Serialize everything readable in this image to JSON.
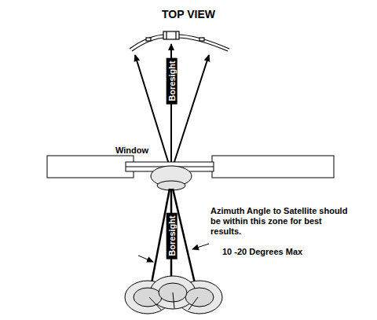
{
  "diagram": {
    "title": "TOP VIEW",
    "labels": [
      "Boresight",
      "Window",
      "Azimuth Angle to Satellite should be within this zone for best results.",
      "Boresight",
      "10 -20 Degrees Max"
    ]
  }
}
